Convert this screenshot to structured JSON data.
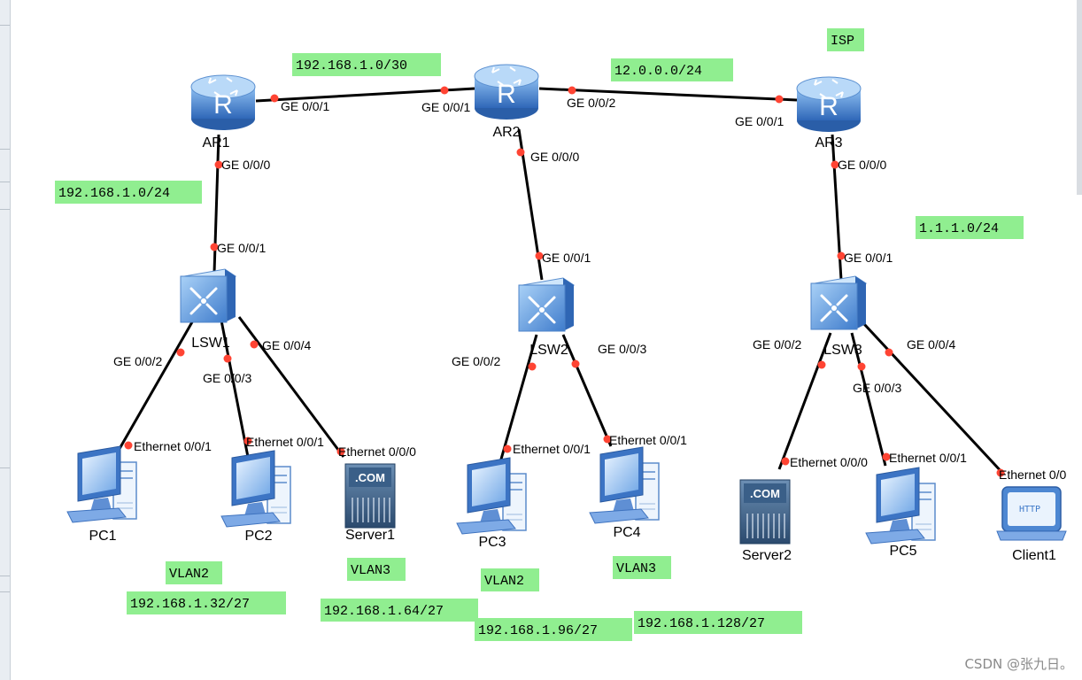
{
  "networks": {
    "n_ar1_ar2": "192.168.1.0/30",
    "n_ar2_ar3": "12.0.0.0/24",
    "isp": "ISP",
    "n_ar1_lsw1": "192.168.1.0/24",
    "n_ar3_lsw3": "1.1.1.0/24",
    "vlan2_left": "VLAN2",
    "vlan2_left_net": "192.168.1.32/27",
    "vlan3_left": "VLAN3",
    "vlan3_left_net": "192.168.1.64/27",
    "vlan2_mid": "VLAN2",
    "vlan2_mid_net": "192.168.1.96/27",
    "vlan3_mid": "VLAN3",
    "vlan3_mid_net": "192.168.1.128/27"
  },
  "devices": {
    "ar1": "AR1",
    "ar2": "AR2",
    "ar3": "AR3",
    "lsw1": "LSW1",
    "lsw2": "LSW2",
    "lsw3": "LSW3",
    "pc1": "PC1",
    "pc2": "PC2",
    "server1": "Server1",
    "pc3": "PC3",
    "pc4": "PC4",
    "server2": "Server2",
    "pc5": "PC5",
    "client1": "Client1"
  },
  "ports": {
    "ar1_g001": "GE 0/0/1",
    "ar2_g001": "GE 0/0/1",
    "ar2_g002": "GE 0/0/2",
    "ar3_g001": "GE 0/0/1",
    "ar1_g000": "GE 0/0/0",
    "ar2_g000": "GE 0/0/0",
    "ar3_g000": "GE 0/0/0",
    "lsw1_g001": "GE 0/0/1",
    "lsw2_g001": "GE 0/0/1",
    "lsw3_g001": "GE 0/0/1",
    "lsw1_g002": "GE 0/0/2",
    "lsw1_g003": "GE 0/0/3",
    "lsw1_g004": "GE 0/0/4",
    "lsw2_g002": "GE 0/0/2",
    "lsw2_g003": "GE 0/0/3",
    "lsw3_g002": "GE 0/0/2",
    "lsw3_g003": "GE 0/0/3",
    "lsw3_g004": "GE 0/0/4",
    "pc1_eth": "Ethernet 0/0/1",
    "pc2_eth": "Ethernet 0/0/1",
    "server1_eth": "Ethernet 0/0/0",
    "pc3_eth": "Ethernet 0/0/1",
    "pc4_eth": "Ethernet 0/0/1",
    "server2_eth": "Ethernet 0/0/0",
    "pc5_eth": "Ethernet 0/0/1",
    "client1_eth": "Ethernet 0/0"
  },
  "icons": {
    "router_letter": "R",
    "server_text": ".COM",
    "client_text": "HTTP"
  },
  "watermark": "CSDN @张九日。",
  "colors": {
    "label_bg": "#90ee90",
    "port_dot": "#ff4433",
    "device_blue": "#3d78c8",
    "link": "#000000"
  }
}
